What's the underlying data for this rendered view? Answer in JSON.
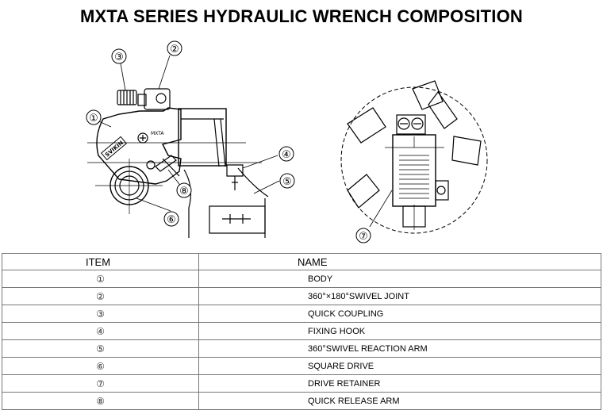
{
  "title": "MXTA SERIES HYDRAULIC WRENCH COMPOSITION",
  "callouts": [
    "①",
    "②",
    "③",
    "④",
    "⑤",
    "⑥",
    "⑦",
    "⑧"
  ],
  "body_text": {
    "brand": "SVIKIN",
    "model": "MXTA"
  },
  "table": {
    "headers": {
      "item": "ITEM",
      "name": "NAME"
    },
    "rows": [
      {
        "item": "①",
        "name": "BODY"
      },
      {
        "item": "②",
        "name": "360°×180°SWIVEL JOINT"
      },
      {
        "item": "③",
        "name": "QUICK COUPLING"
      },
      {
        "item": "④",
        "name": "FIXING HOOK"
      },
      {
        "item": "⑤",
        "name": "360°SWIVEL REACTION ARM"
      },
      {
        "item": "⑥",
        "name": "SQUARE DRIVE"
      },
      {
        "item": "⑦",
        "name": "DRIVE RETAINER"
      },
      {
        "item": "⑧",
        "name": "QUICK RELEASE ARM"
      }
    ]
  }
}
